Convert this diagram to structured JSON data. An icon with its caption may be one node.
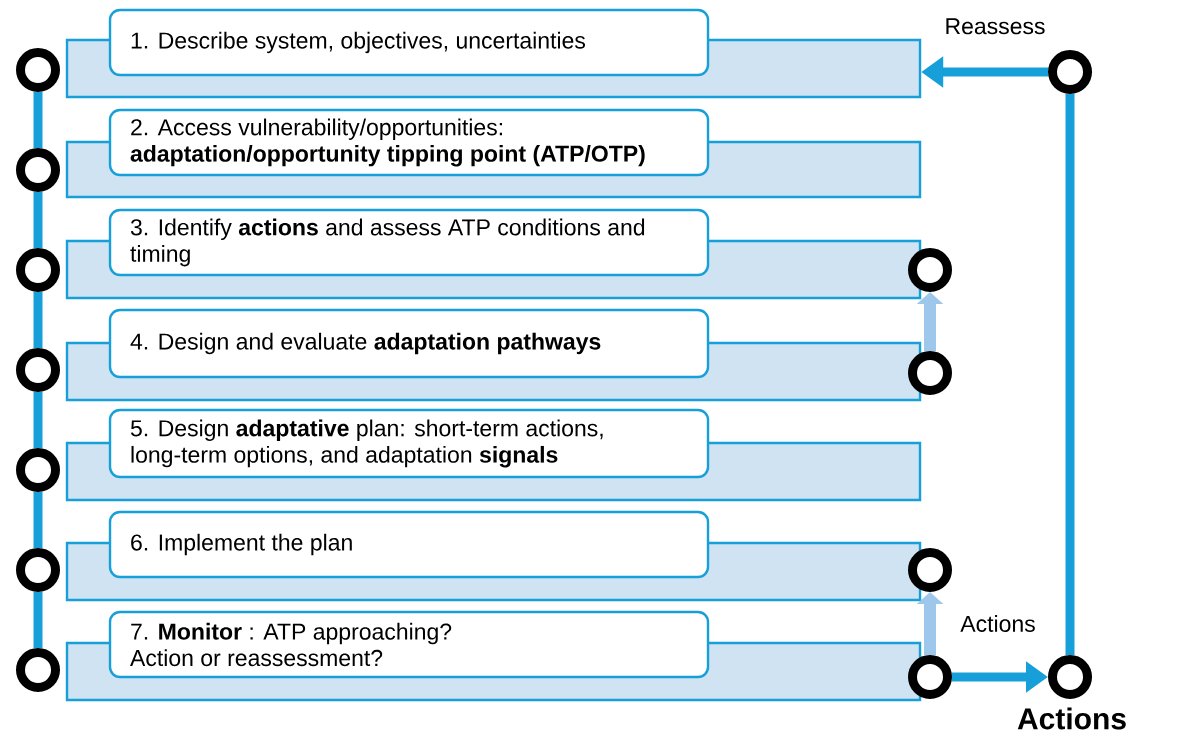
{
  "diagram": {
    "nodes": [
      {
        "text": [],
        "shape": "bar"
      },
      {
        "text": [
          "1. Describe system, objectives, uncertainties"
        ]
      },
      {
        "text": [],
        "shape": "bar"
      },
      {
        "text": [
          "2. Access vulnerability/opportunities: **adaptation/opportunity tipping point (ATP/OTP)**"
        ]
      },
      {
        "text": [],
        "shape": "bar"
      },
      {
        "text": [
          "3. Identify **actions** and assess ATP conditions and timing"
        ]
      },
      {
        "text": [],
        "shape": "bar"
      },
      {
        "text": [
          "4. Design and evaluate **adaptation pathways**"
        ]
      },
      {
        "text": [],
        "shape": "bar"
      },
      {
        "text": [
          "5. Design **adaptative** plan: short-term actions, long-term options, and adaptation **signals**"
        ]
      },
      {
        "text": [],
        "shape": "bar"
      },
      {
        "text": [
          "6. Implement the plan"
        ]
      },
      {
        "text": [],
        "shape": "bar"
      },
      {
        "text": [
          "7. **Monitor** : ATP approaching? Action or reassessment?"
        ]
      },
      {
        "text": [],
        "shape": "circle"
      },
      {
        "text": [],
        "shape": "circle"
      },
      {
        "text": [],
        "shape": "circle"
      },
      {
        "text": [],
        "shape": "circle"
      },
      {
        "text": [],
        "shape": "circle"
      },
      {
        "text": [],
        "shape": "circle"
      },
      {
        "text": [],
        "shape": "circle"
      },
      {
        "text": [],
        "shape": "circle"
      },
      {
        "text": [],
        "shape": "circle"
      },
      {
        "text": [],
        "shape": "circle"
      },
      {
        "text": [],
        "shape": "circle"
      },
      {
        "text": [],
        "shape": "circle"
      },
      {
        "text": [],
        "shape": "circle",
        "beside": [
          "Actions"
        ]
      }
    ],
    "edges": [
      {
        "from": 14,
        "to": 15,
        "arrow": "none"
      },
      {
        "from": 15,
        "to": 16,
        "arrow": "none"
      },
      {
        "from": 16,
        "to": 17,
        "arrow": "none"
      },
      {
        "from": 17,
        "to": 18,
        "arrow": "none"
      },
      {
        "from": 18,
        "to": 19,
        "arrow": "none"
      },
      {
        "from": 19,
        "to": 20,
        "arrow": "none"
      },
      {
        "from": 22,
        "to": 21,
        "arrow": "to",
        "color": "#9dc8ec"
      },
      {
        "from": 24,
        "to": 23,
        "arrow": "to",
        "color": "#9dc8ec",
        "label": "Actions"
      },
      {
        "from": 24,
        "to": 26,
        "arrow": "to"
      },
      {
        "from": 26,
        "to": 25,
        "arrow": "none"
      },
      {
        "from": 25,
        "to": 0,
        "arrow": "to",
        "label": "Reassess"
      }
    ]
  }
}
